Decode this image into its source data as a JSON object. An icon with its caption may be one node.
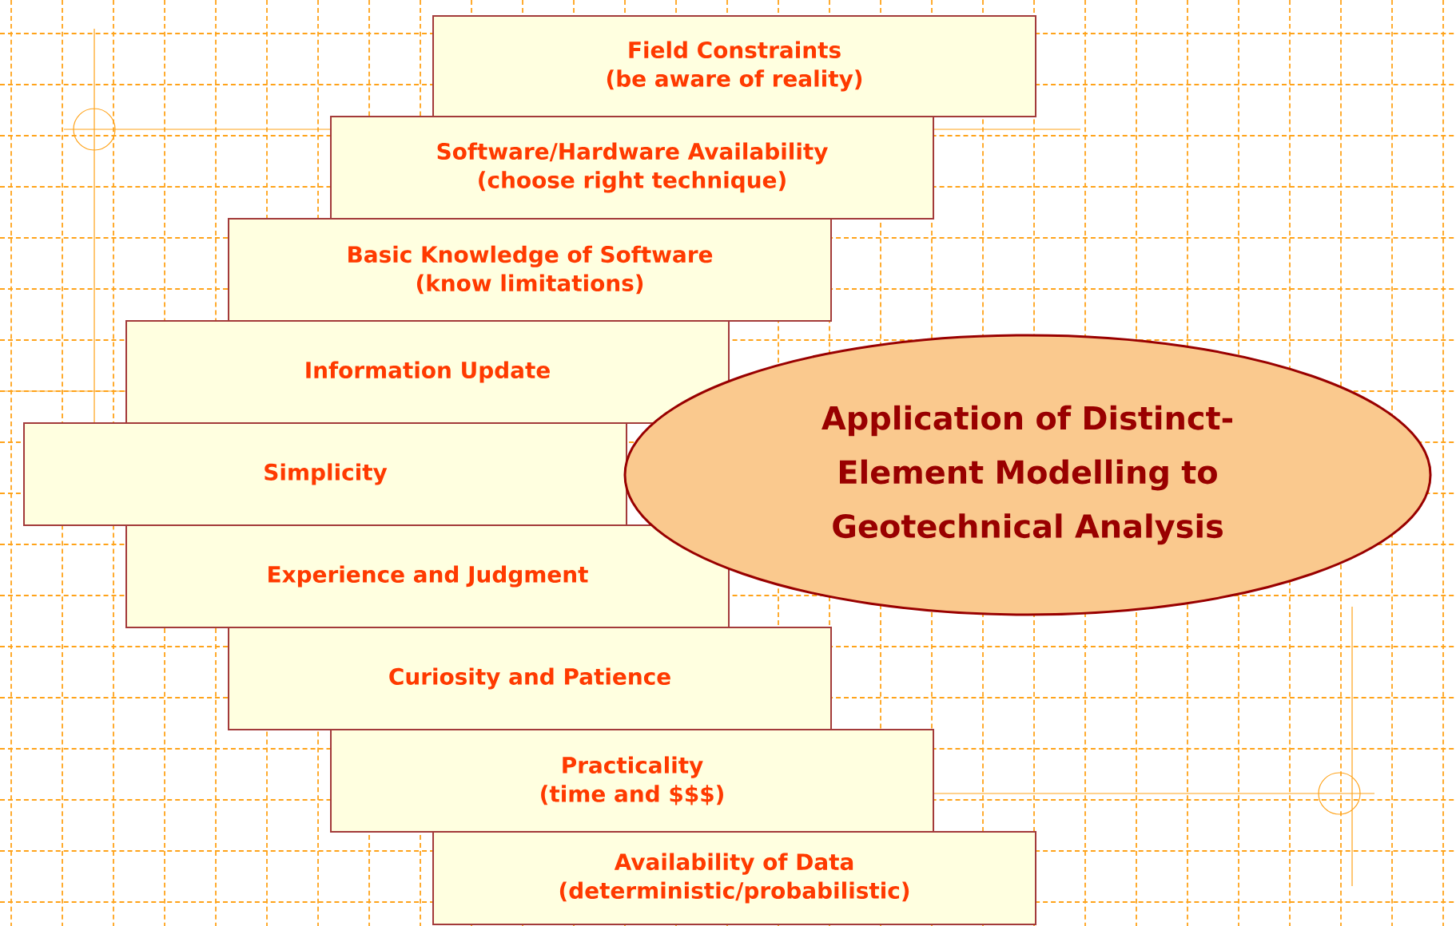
{
  "diagram": {
    "nodes": [
      {
        "text": [
          "Field Constraints",
          "(be aware of reality)"
        ]
      },
      {
        "text": [
          "Software/Hardware Availability",
          "(choose right technique)"
        ]
      },
      {
        "text": [
          "Basic Knowledge of Software",
          "(know limitations)"
        ]
      },
      {
        "text": [
          "Information Update"
        ]
      },
      {
        "text": [
          "Simplicity"
        ]
      },
      {
        "text": [
          "Experience and Judgment"
        ]
      },
      {
        "text": [
          "Curiosity and Patience"
        ]
      },
      {
        "text": [
          "Practicality",
          "(time and $$$)"
        ]
      },
      {
        "text": [
          "Availability of Data",
          "(deterministic/probabilistic)"
        ]
      },
      {
        "text": [
          "Application of Distinct-Element Modelling to Geotechnical Analysis"
        ]
      }
    ]
  }
}
